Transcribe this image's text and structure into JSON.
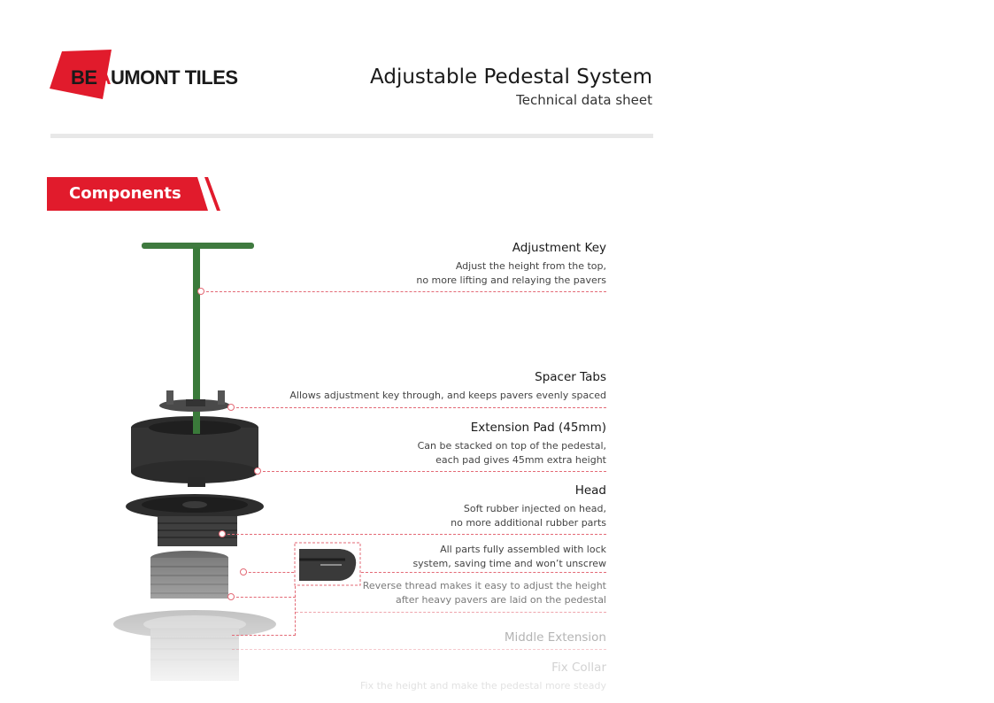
{
  "brand": {
    "logo_text_part1": "BE",
    "logo_text_accent": "A",
    "logo_text_part2": "UMONT TILES",
    "accent_color": "#e11b2c"
  },
  "header": {
    "title": "Adjustable Pedestal System",
    "subtitle": "Technical data sheet"
  },
  "section": {
    "label": "Components"
  },
  "components": [
    {
      "title": "Adjustment Key",
      "desc_line1": "Adjust the height from the top,",
      "desc_line2": "no more lifting and relaying the pavers"
    },
    {
      "title": "Spacer Tabs",
      "desc_line1": "Allows adjustment key through, and keeps pavers evenly spaced"
    },
    {
      "title": "Extension Pad (45mm)",
      "desc_line1": "Can be stacked on top of the pedestal,",
      "desc_line2": "each pad gives 45mm extra height"
    },
    {
      "title": "Head",
      "desc_line1": "Soft rubber injected on head,",
      "desc_line2": "no more additional rubber parts"
    },
    {
      "desc_line1": "All parts fully assembled with lock",
      "desc_line2": "system, saving time and won’t unscrew"
    },
    {
      "desc_line1": "Reverse thread makes it easy to adjust the height",
      "desc_line2": "after heavy pavers are laid on the pedestal"
    },
    {
      "title": "Middle Extension"
    },
    {
      "title": "Fix Collar",
      "desc_line1": "Fix the height and make the pedestal more steady"
    }
  ]
}
